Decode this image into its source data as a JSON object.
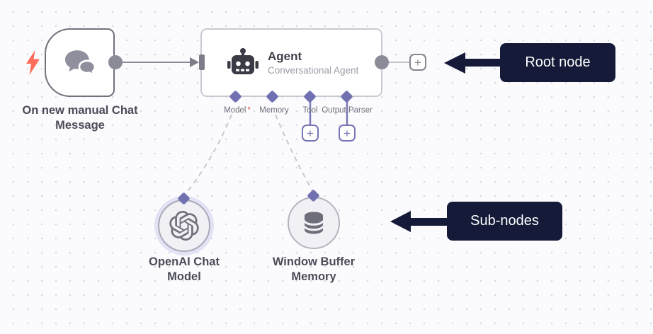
{
  "colors": {
    "canvas_background": "#fbfbfd",
    "grid_dot": "#d8d8e0",
    "node_border_dark": "#72727f",
    "node_border_light": "#c9c9d3",
    "connector_purple": "#7171b1",
    "connection_gray": "#8d8d99",
    "annotation_navy": "#141a37",
    "trigger_bolt_red": "#ff6d5a",
    "required_red": "#e0504a"
  },
  "trigger_node": {
    "label": "On new manual Chat\nMessage"
  },
  "agent_node": {
    "title": "Agent",
    "subtitle": "Conversational Agent",
    "required_marker": "*",
    "ports": [
      {
        "label": "Model",
        "required": true
      },
      {
        "label": "Memory",
        "required": false
      },
      {
        "label": "Tool",
        "required": false
      },
      {
        "label": "Output Parser",
        "required": false
      }
    ]
  },
  "sub_nodes": [
    {
      "label": "OpenAI Chat\nModel",
      "selected": true
    },
    {
      "label": "Window Buffer\nMemory",
      "selected": false
    }
  ],
  "annotations": [
    {
      "label": "Root node"
    },
    {
      "label": "Sub-nodes"
    }
  ],
  "icons": {
    "plus": "+"
  }
}
